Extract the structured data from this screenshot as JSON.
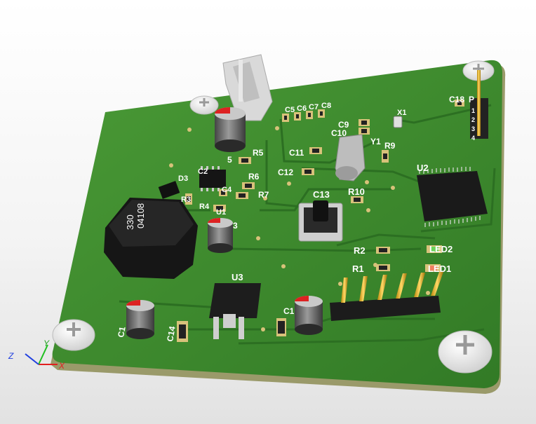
{
  "designators": {
    "c5": "C5",
    "c6": "C6",
    "c7": "C7",
    "c8": "C8",
    "x1": "X1",
    "c18": "C18",
    "c9": "C9",
    "c10": "C10",
    "y1": "Y1",
    "r9": "R9",
    "c11": "C11",
    "c12": "C12",
    "u2": "U2",
    "r5": "R5",
    "d3": "D3",
    "c2": "C2",
    "r6": "R6",
    "c4": "C4",
    "r7": "R7",
    "r3": "R3",
    "r4": "R4",
    "c3": "3",
    "c13": "C13",
    "r10": "R10",
    "r2": "R2",
    "r1": "R1",
    "led2": "LED2",
    "led1": "LED1",
    "u3": "U3",
    "c1": "C1",
    "c14": "C14",
    "c15": "C1",
    "cap_top": "5",
    "u1": "U1",
    "pin_p": "P"
  },
  "header_pins": [
    "1",
    "2",
    "3",
    "4"
  ],
  "inductor": {
    "line1": "330",
    "line2": "04108"
  },
  "axes": {
    "z": "Z",
    "y": "Y",
    "x": "X"
  },
  "colors": {
    "board": "#3c8a2e",
    "board_edge": "#2a6a22",
    "trace": "#2f7a24",
    "pad": "#d8c27a",
    "silk": "#ffffff"
  }
}
